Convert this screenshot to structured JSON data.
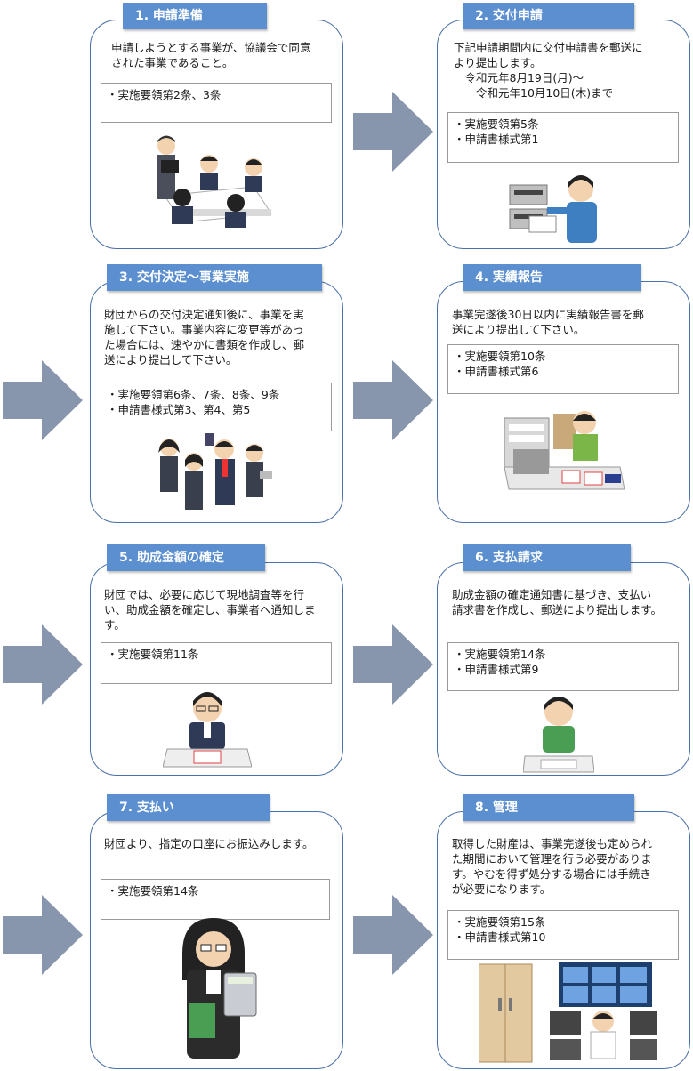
{
  "steps": [
    {
      "title": "1. 申請準備",
      "text": "申請しようとする事業が、協議会で同意\nされた事業であること。",
      "refs": [
        "・実施要領第2条、3条"
      ],
      "illustration": "meeting-people-illustration"
    },
    {
      "title": "2. 交付申請",
      "text": "下記申請期間内に交付申請書を郵送に\nより提出します。\n　令和元年8月19日(月)～\n　　令和元年10月10日(木)まで",
      "refs": [
        "・実施要領第5条",
        "・申請書様式第1"
      ],
      "illustration": "mailing-person-illustration"
    },
    {
      "title": "3. 交付決定～事業実施",
      "text": "財団からの交付決定通知後に、事業を実\n施して下さい。事業内容に変更等があっ\nた場合には、速やかに書類を作成し、郵\n送により提出して下さい。",
      "refs": [
        "・実施要領第6条、7条、8条、9条",
        "・申請書様式第3、第4、第5"
      ],
      "illustration": "busy-workers-illustration"
    },
    {
      "title": "4. 実績報告",
      "text": "事業完遂後30日以内に実績報告書を郵\n送により提出して下さい。",
      "refs": [
        "・実施要領第10条",
        "・申請書様式第6"
      ],
      "illustration": "office-desk-illustration"
    },
    {
      "title": "5. 助成金額の確定",
      "text": "財団では、必要に応じて現地調査等を行\nい、助成金額を確定し、事業者へ通知しま\nす。",
      "refs": [
        "・実施要領第11条"
      ],
      "illustration": "official-stamping-illustration"
    },
    {
      "title": "6. 支払請求",
      "text": "助成金額の確定通知書に基づき、支払い\n請求書を作成し、郵送により提出します。",
      "refs": [
        "・実施要領第14条",
        "・申請書様式第9"
      ],
      "illustration": "thinking-person-illustration"
    },
    {
      "title": "7. 支払い",
      "text": "財団より、指定の口座にお振込みします。",
      "refs": [
        "・実施要領第14条"
      ],
      "illustration": "calculator-woman-illustration"
    },
    {
      "title": "8. 管理",
      "text": "取得した財産は、事業完遂後も定められ\nた期間において管理を行う必要がありま\nす。やむを得ず処分する場合には手続き\nが必要になります。",
      "refs": [
        "・実施要領第15条",
        "・申請書様式第10"
      ],
      "illustration": "locker-monitors-illustration"
    }
  ],
  "colors": {
    "tab": "#5b8fd0",
    "border": "#4a70a8",
    "arrow": "#8796ac"
  },
  "arrow_icon": "right-arrow-icon"
}
